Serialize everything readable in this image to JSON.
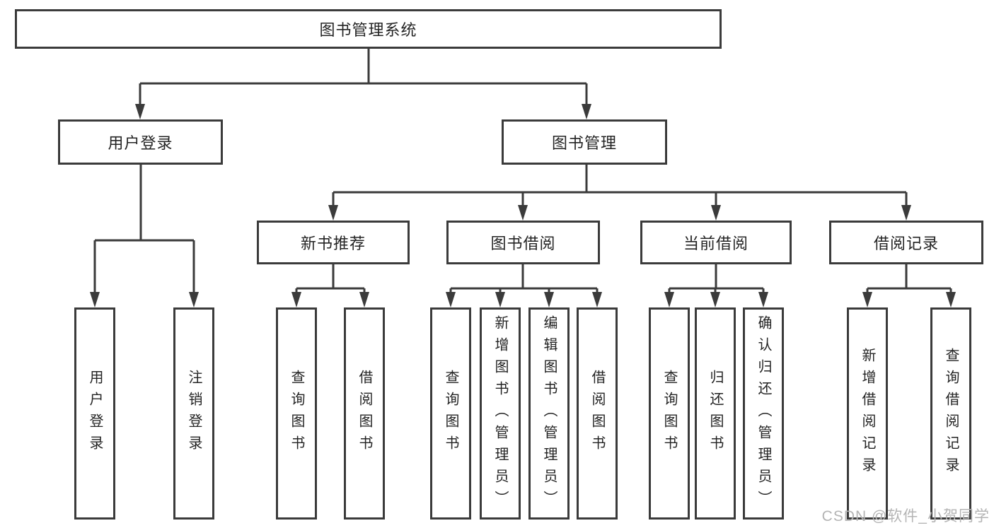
{
  "tree": {
    "label": "图书管理系统",
    "children": [
      {
        "label": "用户登录",
        "children": [
          {
            "label": "用户登录"
          },
          {
            "label": "注销登录"
          }
        ]
      },
      {
        "label": "图书管理",
        "children": [
          {
            "label": "新书推荐",
            "children": [
              {
                "label": "查询图书"
              },
              {
                "label": "借阅图书"
              }
            ]
          },
          {
            "label": "图书借阅",
            "children": [
              {
                "label": "查询图书"
              },
              {
                "label": "新增图书（管理员）"
              },
              {
                "label": "编辑图书（管理员）"
              },
              {
                "label": "借阅图书"
              }
            ]
          },
          {
            "label": "当前借阅",
            "children": [
              {
                "label": "查询图书"
              },
              {
                "label": "归还图书"
              },
              {
                "label": "确认归还（管理员）"
              }
            ]
          },
          {
            "label": "借阅记录",
            "children": [
              {
                "label": "新增借阅记录"
              },
              {
                "label": "查询借阅记录"
              }
            ]
          }
        ]
      }
    ]
  },
  "watermark": {
    "text": "CSDN @软件_小贺同学"
  },
  "colors": {
    "line": "#3b3b3b",
    "box_border": "#3b3b3b",
    "text": "#242424",
    "watermark": "#b4b4b4",
    "background": "#ffffff"
  }
}
